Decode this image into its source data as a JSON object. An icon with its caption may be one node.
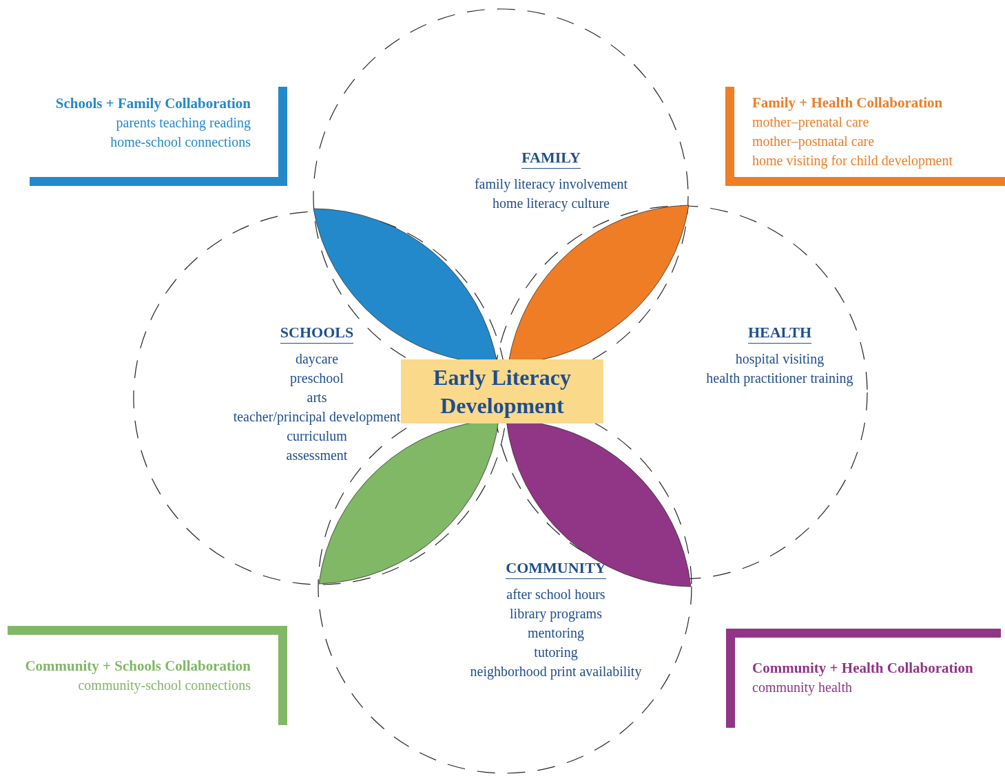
{
  "diagram": {
    "nodes": [
      {
        "text": [
          "FAMILY",
          "family literacy involvement",
          "home literacy culture"
        ]
      },
      {
        "text": [
          "SCHOOLS",
          "daycare",
          "preschool",
          "arts",
          "teacher/principal development",
          "curriculum",
          "assessment"
        ]
      },
      {
        "text": [
          "HEALTH",
          "hospital visiting",
          "health practitioner training"
        ]
      },
      {
        "text": [
          "COMMUNITY",
          "after school hours",
          "library programs",
          "mentoring",
          "tutoring",
          "neighborhood print availability"
        ]
      },
      {
        "text": [
          "Early Literacy Development"
        ]
      },
      {
        "text": [
          "Schools + Family Collaboration",
          "parents teaching reading",
          "home-school connections"
        ]
      },
      {
        "text": [
          "Family + Health Collaboration",
          "mother–prenatal care",
          "mother–postnatal care",
          "home visiting for child development"
        ]
      },
      {
        "text": [
          "Community + Schools Collaboration",
          "community-school connections"
        ]
      },
      {
        "text": [
          "Community + Health Collaboration",
          "community health"
        ]
      }
    ],
    "edges": []
  }
}
